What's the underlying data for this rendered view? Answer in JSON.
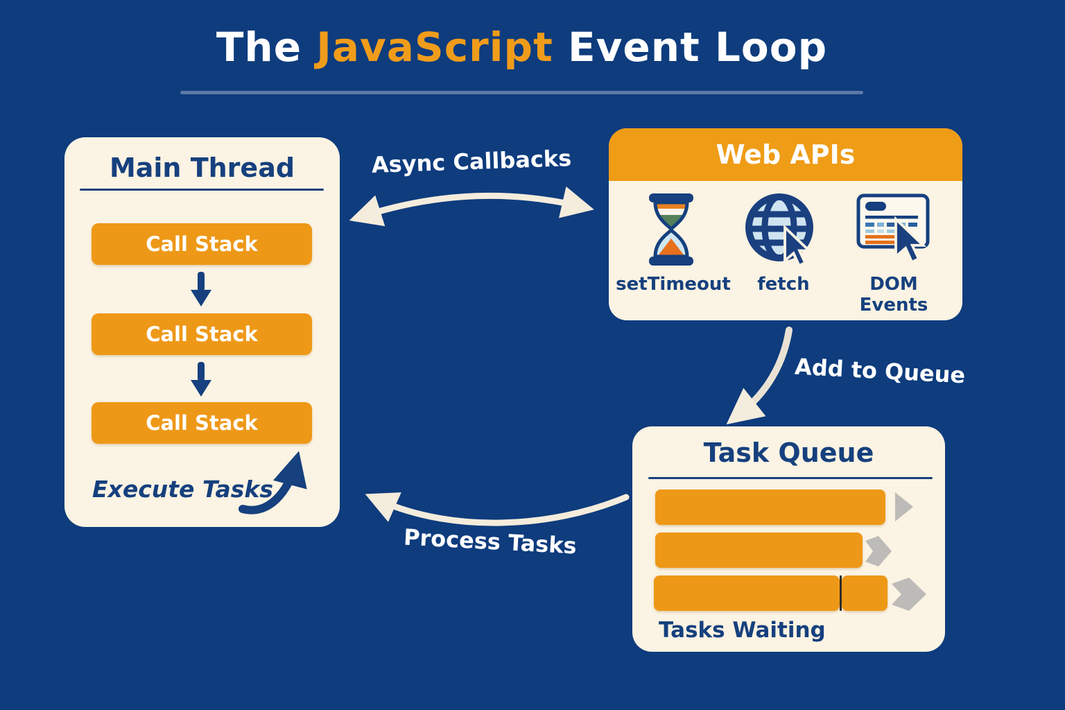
{
  "title": {
    "pre": "The ",
    "highlight": "JavaScript",
    "post": " Event Loop"
  },
  "main_thread": {
    "title": "Main Thread",
    "stack_boxes": [
      "Call Stack",
      "Call Stack",
      "Call Stack"
    ],
    "caption": "Execute Tasks"
  },
  "web_apis": {
    "title": "Web APIs",
    "items": [
      {
        "icon": "hourglass-icon",
        "label": "setTimeout"
      },
      {
        "icon": "globe-cursor-icon",
        "label": "fetch"
      },
      {
        "icon": "document-cursor-icon",
        "label": "DOM Events"
      }
    ]
  },
  "task_queue": {
    "title": "Task Queue",
    "caption": "Tasks Waiting",
    "bars": [
      {
        "segments": 1
      },
      {
        "segments": 1
      },
      {
        "segments": 2
      }
    ]
  },
  "connectors": {
    "async_callbacks": "Async Callbacks",
    "add_to_queue": "Add to Queue",
    "process_tasks": "Process Tasks"
  },
  "colors": {
    "background": "#0e3c7d",
    "panel_cream": "#fbf3e3",
    "accent_orange": "#ee9817",
    "dark_blue": "#16407e",
    "title_underline": "#5c7aa6",
    "connector_cream": "#f4ecdc",
    "queue_arrow_gray": "#bdbbb8",
    "white": "#ffffff"
  }
}
